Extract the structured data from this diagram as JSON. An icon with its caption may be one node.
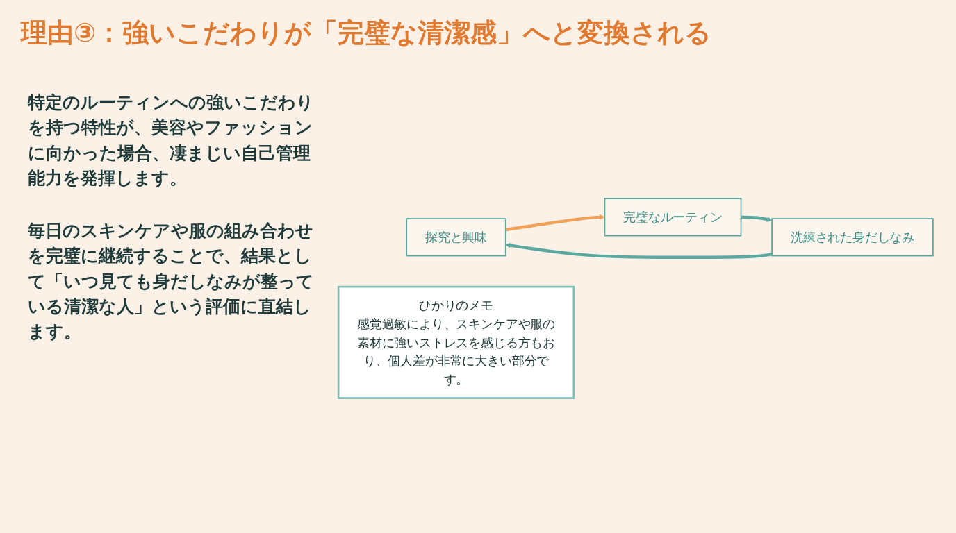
{
  "diagram": {
    "title": "理由③：強いこだわりが「完璧な清潔感」へと変換される",
    "nodes": [
      {
        "text": [
          "探究と興味"
        ]
      },
      {
        "text": [
          "完璧なルーティン"
        ]
      },
      {
        "text": [
          "洗練された身だしなみ"
        ]
      },
      {
        "text": [
          "ひかりのメモ",
          "感覚過敏により、スキンケアや服の素材に強いストレスを感じる方もおり、個人差が非常に大きい部分です。"
        ]
      }
    ],
    "edges": [
      {
        "from": 2,
        "to": 0,
        "arrow": "to"
      },
      {
        "from": 0,
        "to": 1,
        "arrow": "to",
        "color": "#f0a15a"
      },
      {
        "from": 1,
        "to": 2,
        "arrow": "to"
      }
    ],
    "labels": [
      "特定のルーティンへの強いこだわりを持つ特性が、美容やファッションに向かった場合、凄まじい自己管理能力を発揮します。",
      "毎日のスキンケアや服の組み合わせを完璧に継続することで、結果として「いつ見ても身だしなみが整っている清潔な人」という評価に直結します。"
    ]
  }
}
